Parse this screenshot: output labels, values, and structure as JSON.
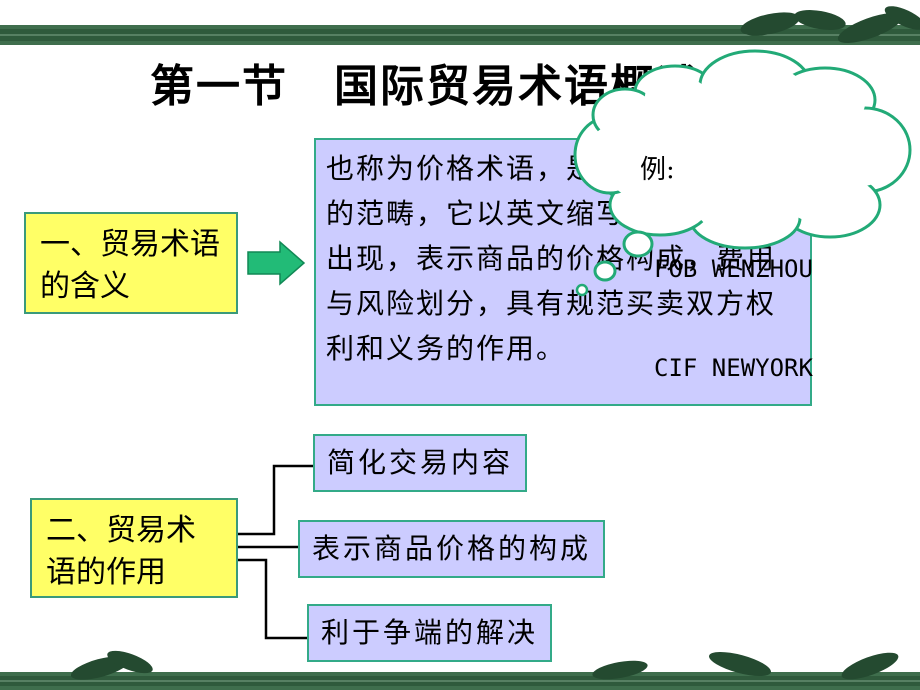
{
  "title": "第一节　国际贸易术语概述",
  "definition": {
    "heading": "一、贸易术语的含义",
    "text": "也称为价格术语，是国际贸易惯例的范畴，它以英文缩写字母的形式出现，表示商品的价格构成，费用与风险划分，具有规范买卖双方权利和义务的作用。"
  },
  "example": {
    "label": "例:",
    "items": [
      "FOB WENZHOU",
      "CIF NEWYORK"
    ]
  },
  "functions": {
    "heading": "二、贸易术语的作用",
    "items": [
      "简化交易内容",
      "表示商品价格的构成",
      "利于争端的解决"
    ]
  },
  "colors": {
    "top_bar": "#1f5c3a",
    "yellow_box": "#ffff66",
    "lavender_box": "#ccccff",
    "arrow": "#22bb77",
    "cloud_fill": "#ffffff",
    "cloud_border": "#22aa77"
  }
}
